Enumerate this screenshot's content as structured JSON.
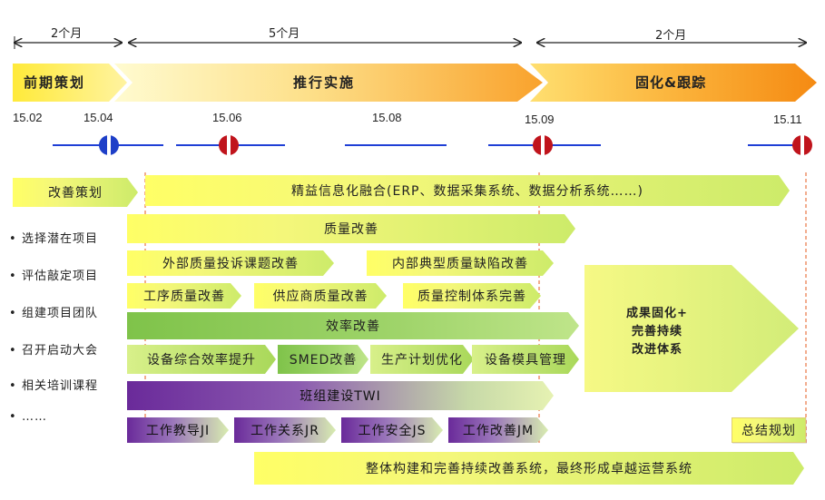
{
  "durations": [
    "2个月",
    "5个月",
    "2个月"
  ],
  "phases": [
    "前期策划",
    "推行实施",
    "固化&跟踪"
  ],
  "dates": [
    "15.02",
    "15.04",
    "15.06",
    "15.08",
    "15.09",
    "15.11"
  ],
  "left_list": [
    "选择潜在项目",
    "评估敲定项目",
    "组建项目团队",
    "召开启动大会",
    "相关培训课程",
    "……"
  ],
  "bullet": "•",
  "bars": {
    "plan": "改善策划",
    "info": "精益信息化融合(ERP、数据采集系统、数据分析系统……)",
    "quality": "质量改善",
    "ext_complaint": "外部质量投诉课题改善",
    "int_defect": "内部典型质量缺陷改善",
    "process_quality": "工序质量改善",
    "supplier_quality": "供应商质量改善",
    "qc_system": "质量控制体系完善",
    "efficiency": "效率改善",
    "oee": "设备综合效率提升",
    "smed": "SMED改善",
    "plan_opt": "生产计划优化",
    "mold": "设备模具管理",
    "twi": "班组建设TWI",
    "ji": "工作教导JI",
    "jr": "工作关系JR",
    "js": "工作安全JS",
    "jm": "工作改善JM",
    "solidify": [
      "成果固化+",
      "完善持续",
      "改进体系"
    ],
    "summary": "总结规划",
    "bottom": "整体构建和完善持续改善系统，最终形成卓越运营系统"
  },
  "colors": {
    "phase_yellow": "#ffe84a",
    "phase_orange": "#f7941d",
    "timeline_blue": "#1f3fd6",
    "marker_red": "#c0141c",
    "marker_blue": "#1e3fc8",
    "dash_red": "#e65a1e"
  }
}
